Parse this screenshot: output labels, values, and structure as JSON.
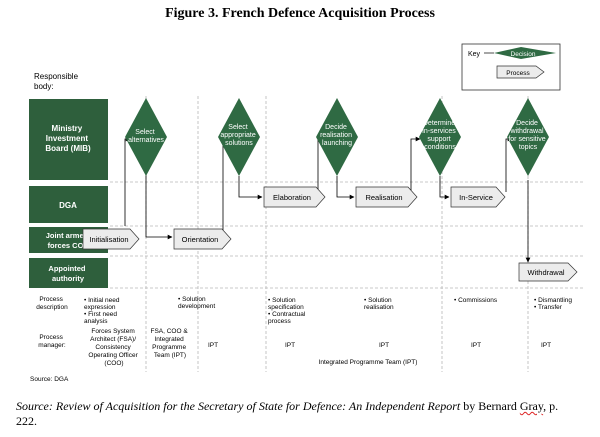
{
  "title": "Figure 3. French Defence Acquisition Process",
  "key": {
    "label": "Key",
    "decision": "Decision",
    "process": "Process"
  },
  "responsible_body_label": [
    "Responsible",
    "body:"
  ],
  "bodies": [
    {
      "id": "mib",
      "lines": [
        "Ministry",
        "Investment",
        "Board (MIB)"
      ]
    },
    {
      "id": "dga",
      "lines": [
        "DGA"
      ]
    },
    {
      "id": "jafcos",
      "lines": [
        "Joint armed",
        "forces COS"
      ]
    },
    {
      "id": "appointed",
      "lines": [
        "Appointed",
        "authority"
      ]
    }
  ],
  "decisions": [
    {
      "id": "select-alternatives",
      "lines": [
        "Select",
        "alternatives"
      ]
    },
    {
      "id": "select-solutions",
      "lines": [
        "Select",
        "appropriate",
        "solutions"
      ]
    },
    {
      "id": "decide-realisation",
      "lines": [
        "Decide",
        "realisation",
        "launching"
      ]
    },
    {
      "id": "determine-inservice",
      "lines": [
        "Determine",
        "in-services",
        "support",
        "conditions"
      ]
    },
    {
      "id": "decide-withdrawal",
      "lines": [
        "Decide",
        "withdrawal",
        "for sensitive",
        "topics"
      ]
    }
  ],
  "processes": [
    {
      "id": "initialisation",
      "label": "Initialisation"
    },
    {
      "id": "orientation",
      "label": "Orientation"
    },
    {
      "id": "elaboration",
      "label": "Elaboration"
    },
    {
      "id": "realisation",
      "label": "Realisation"
    },
    {
      "id": "in-service",
      "label": "In-Service"
    },
    {
      "id": "withdrawal",
      "label": "Withdrawal"
    }
  ],
  "rows": {
    "process_description_label": [
      "Process",
      "description"
    ],
    "process_manager_label": [
      "Process",
      "manager:"
    ],
    "descriptions": [
      [
        "• Initial need",
        "  expression",
        "• First need",
        "  analysis"
      ],
      [
        "• Solution",
        "  development"
      ],
      [
        "• Solution",
        "  specification",
        "• Contractual",
        "  process"
      ],
      [
        "• Solution",
        "  realisation"
      ],
      [
        "• Commissions"
      ],
      [
        "• Dismantling",
        "• Transfer"
      ]
    ],
    "managers": [
      [
        "Forces System",
        "Architect (FSA)/",
        "Consistency",
        "Operating Officer",
        "(COO)"
      ],
      [
        "FSA, COO &",
        "Integrated",
        "Programme",
        "Team (IPT)"
      ],
      [
        "IPT"
      ],
      [
        "IPT"
      ],
      [
        "IPT"
      ],
      [
        "IPT"
      ],
      [
        "IPT"
      ]
    ],
    "ipt_full": "Integrated Programme Team (IPT)"
  },
  "source_dga": "Source: DGA",
  "source_note": {
    "prefix": "Source:",
    "title": "Review of Acquisition for the Secretary of State for Defence: An Independent Report",
    "by": "by Bernard",
    "author_last": "Gray",
    "suffix": ", p.",
    "page": "222."
  },
  "colors": {
    "band": "#2e5f3c",
    "decision": "#2f6a43",
    "process_fill": "#ececec",
    "lane_dash": "#b8b8b8"
  }
}
